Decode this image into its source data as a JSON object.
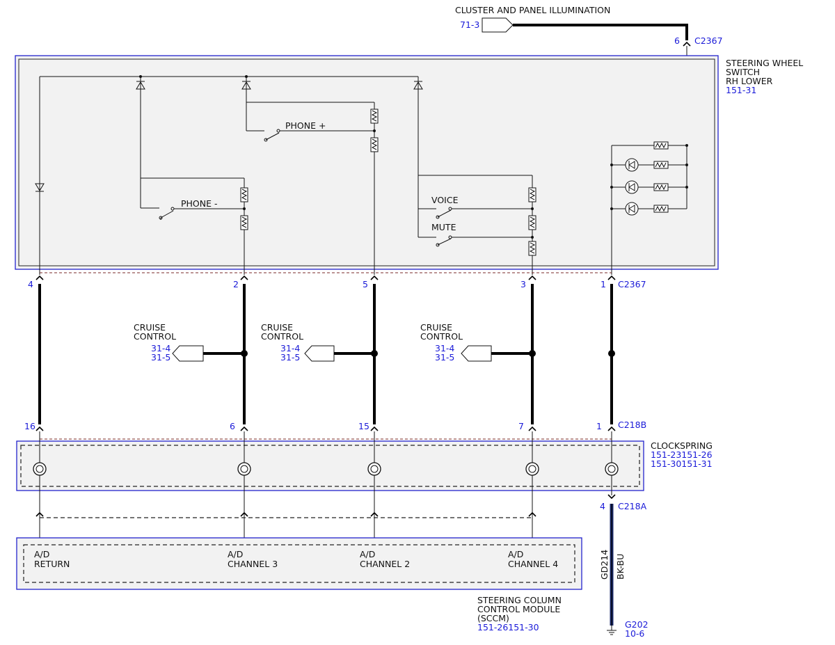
{
  "top_connector": {
    "label": "CLUSTER AND PANEL ILLUMINATION",
    "ref": "71-3",
    "pin": "6",
    "connector": "C2367"
  },
  "switch": {
    "name1": "STEERING WHEEL",
    "name2": "SWITCH",
    "name3": "RH LOWER",
    "ref": "151-31",
    "phone_plus": "PHONE +",
    "phone_minus": "PHONE -",
    "voice": "VOICE",
    "mute": "MUTE"
  },
  "c2367_pins": [
    "4",
    "2",
    "5",
    "3",
    "1"
  ],
  "c2367_label": "C2367",
  "cruise": {
    "line1": "CRUISE",
    "line2": "CONTROL",
    "ref1": "31-4",
    "ref2": "31-5"
  },
  "c218b_pins": [
    "16",
    "6",
    "15",
    "7",
    "1"
  ],
  "c218b_label": "C218B",
  "clockspring": {
    "name": "CLOCKSPRING",
    "ref1": "151-23151-26",
    "ref2": "151-30151-31"
  },
  "c218a": {
    "pin": "4",
    "label": "C218A",
    "circuit": "GD214",
    "color": "BK-BU"
  },
  "ground": {
    "name": "G202",
    "ref": "10-6"
  },
  "sccm": {
    "inputs": [
      {
        "l1": "A/D",
        "l2": "RETURN"
      },
      {
        "l1": "A/D",
        "l2": "CHANNEL 3"
      },
      {
        "l1": "A/D",
        "l2": "CHANNEL 2"
      },
      {
        "l1": "A/D",
        "l2": "CHANNEL 4"
      }
    ],
    "name1": "STEERING COLUMN",
    "name2": "CONTROL MODULE",
    "name3": "(SCCM)",
    "ref": "151-26151-30"
  },
  "colors": {
    "component_border": "#2222cc",
    "reference_text": "#1a1ad8",
    "ground_wire": "#1b2a6b"
  }
}
